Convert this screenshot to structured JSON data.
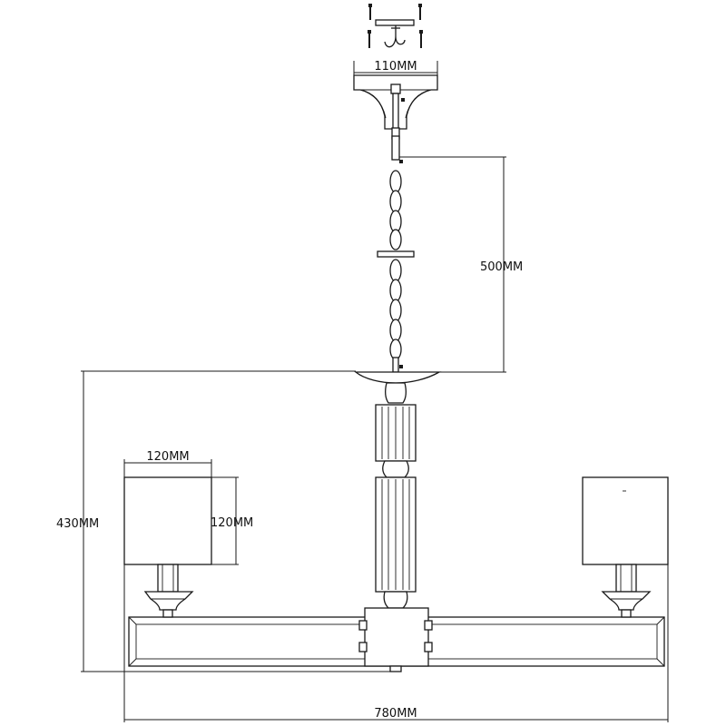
{
  "dimensions": {
    "canopy_width": "110MM",
    "chain_length": "500MM",
    "total_height": "430MM",
    "shade_width": "120MM",
    "shade_height": "120MM",
    "overall_width": "780MM"
  }
}
